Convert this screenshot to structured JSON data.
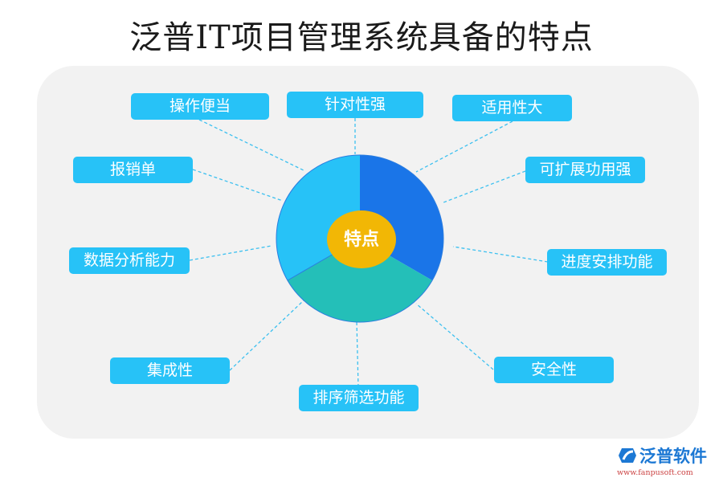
{
  "title": "泛普IT项目管理系统具备的特点",
  "center_label": "特点",
  "features": [
    {
      "label": "操作便当"
    },
    {
      "label": "针对性强"
    },
    {
      "label": "适用性大"
    },
    {
      "label": "报销单"
    },
    {
      "label": "可扩展功用强"
    },
    {
      "label": "数据分析能力"
    },
    {
      "label": "进度安排功能"
    },
    {
      "label": "集成性"
    },
    {
      "label": "排序筛选功能"
    },
    {
      "label": "安全性"
    }
  ],
  "pie_colors": {
    "segment_top_right": "#1a75e8",
    "segment_left": "#27c2f7",
    "segment_bottom": "#24bfb8",
    "center": "#f2b705"
  },
  "logo": {
    "name": "泛普软件",
    "url": "www.fanpusoft.com"
  }
}
